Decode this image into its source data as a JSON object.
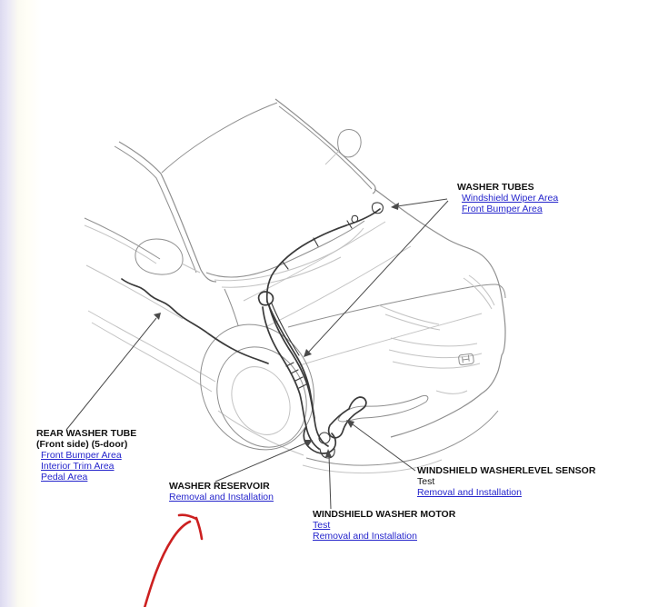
{
  "colors": {
    "link": "#2424cc",
    "label_text": "#111111",
    "leader_line": "#4a4a4a",
    "car_line_light": "#c3c3c3",
    "car_line_mid": "#8f8f8f",
    "car_line_dark": "#3a3a3a",
    "red_arrow": "#cc2020",
    "left_edge_accent": "#dcdaf0",
    "page_background": "#ffffff"
  },
  "labels": {
    "washer_tubes": {
      "title": "WASHER TUBES",
      "links": [
        "Windshield Wiper Area",
        "Front Bumper Area"
      ]
    },
    "rear_washer_tube": {
      "title": "REAR WASHER TUBE",
      "subtitle": "(Front side) (5-door)",
      "links": [
        "Front Bumper Area",
        "Interior Trim Area",
        "Pedal Area"
      ]
    },
    "washer_reservoir": {
      "title": "WASHER RESERVOIR",
      "links": [
        "Removal and Installation"
      ]
    },
    "windshield_washer_level_sensor": {
      "title": "WINDSHIELD WASHERLEVEL SENSOR",
      "static_text": "Test",
      "links": [
        "Removal and Installation"
      ]
    },
    "windshield_washer_motor": {
      "title": "WINDSHIELD WASHER MOTOR",
      "links": [
        "Test",
        "Removal and Installation"
      ]
    }
  },
  "diagram": {
    "description": "Line drawing of a car front three-quarter view showing windshield washer system component locations",
    "annotation": "hand-drawn red arrow pointing to the Washer Reservoir Removal and Installation link"
  }
}
